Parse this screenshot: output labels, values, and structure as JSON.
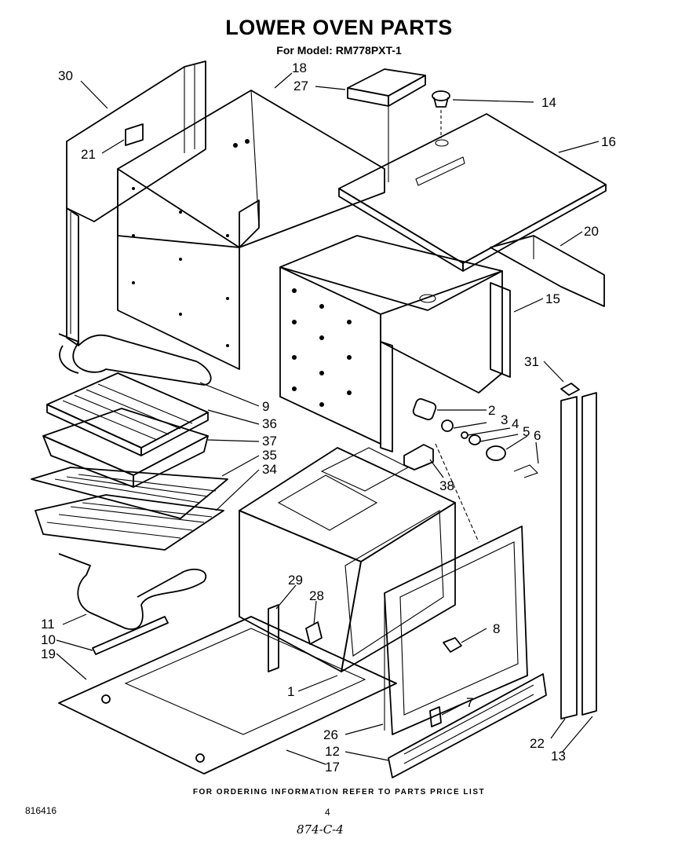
{
  "header": {
    "title": "LOWER OVEN PARTS",
    "model_line": "For Model: RM778PXT-1"
  },
  "footer": {
    "ordering_note": "FOR ORDERING INFORMATION REFER TO PARTS PRICE LIST",
    "doc_number": "816416",
    "page_number": "4",
    "handwritten_code": "874-C-4"
  },
  "callouts": [
    "30",
    "18",
    "27",
    "14",
    "21",
    "16",
    "20",
    "15",
    "31",
    "9",
    "36",
    "37",
    "35",
    "34",
    "2",
    "3",
    "4",
    "5",
    "6",
    "38",
    "29",
    "28",
    "8",
    "11",
    "10",
    "19",
    "1",
    "7",
    "26",
    "12",
    "17",
    "22",
    "13"
  ]
}
